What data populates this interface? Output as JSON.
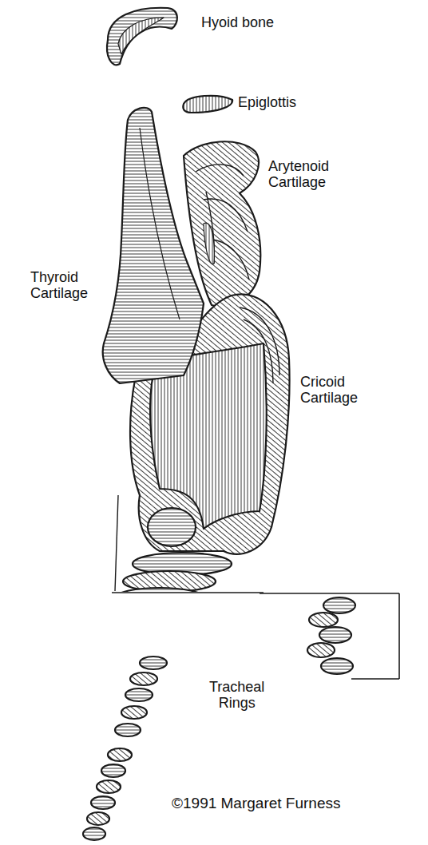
{
  "diagram": {
    "labels": [
      "Hyoid bone",
      "Epiglottis",
      "Arytenoid Cartilage",
      "Thyroid Cartilage",
      "Cricoid Cartilage",
      "Tracheal Rings",
      "©1991 Margaret Furness"
    ]
  }
}
